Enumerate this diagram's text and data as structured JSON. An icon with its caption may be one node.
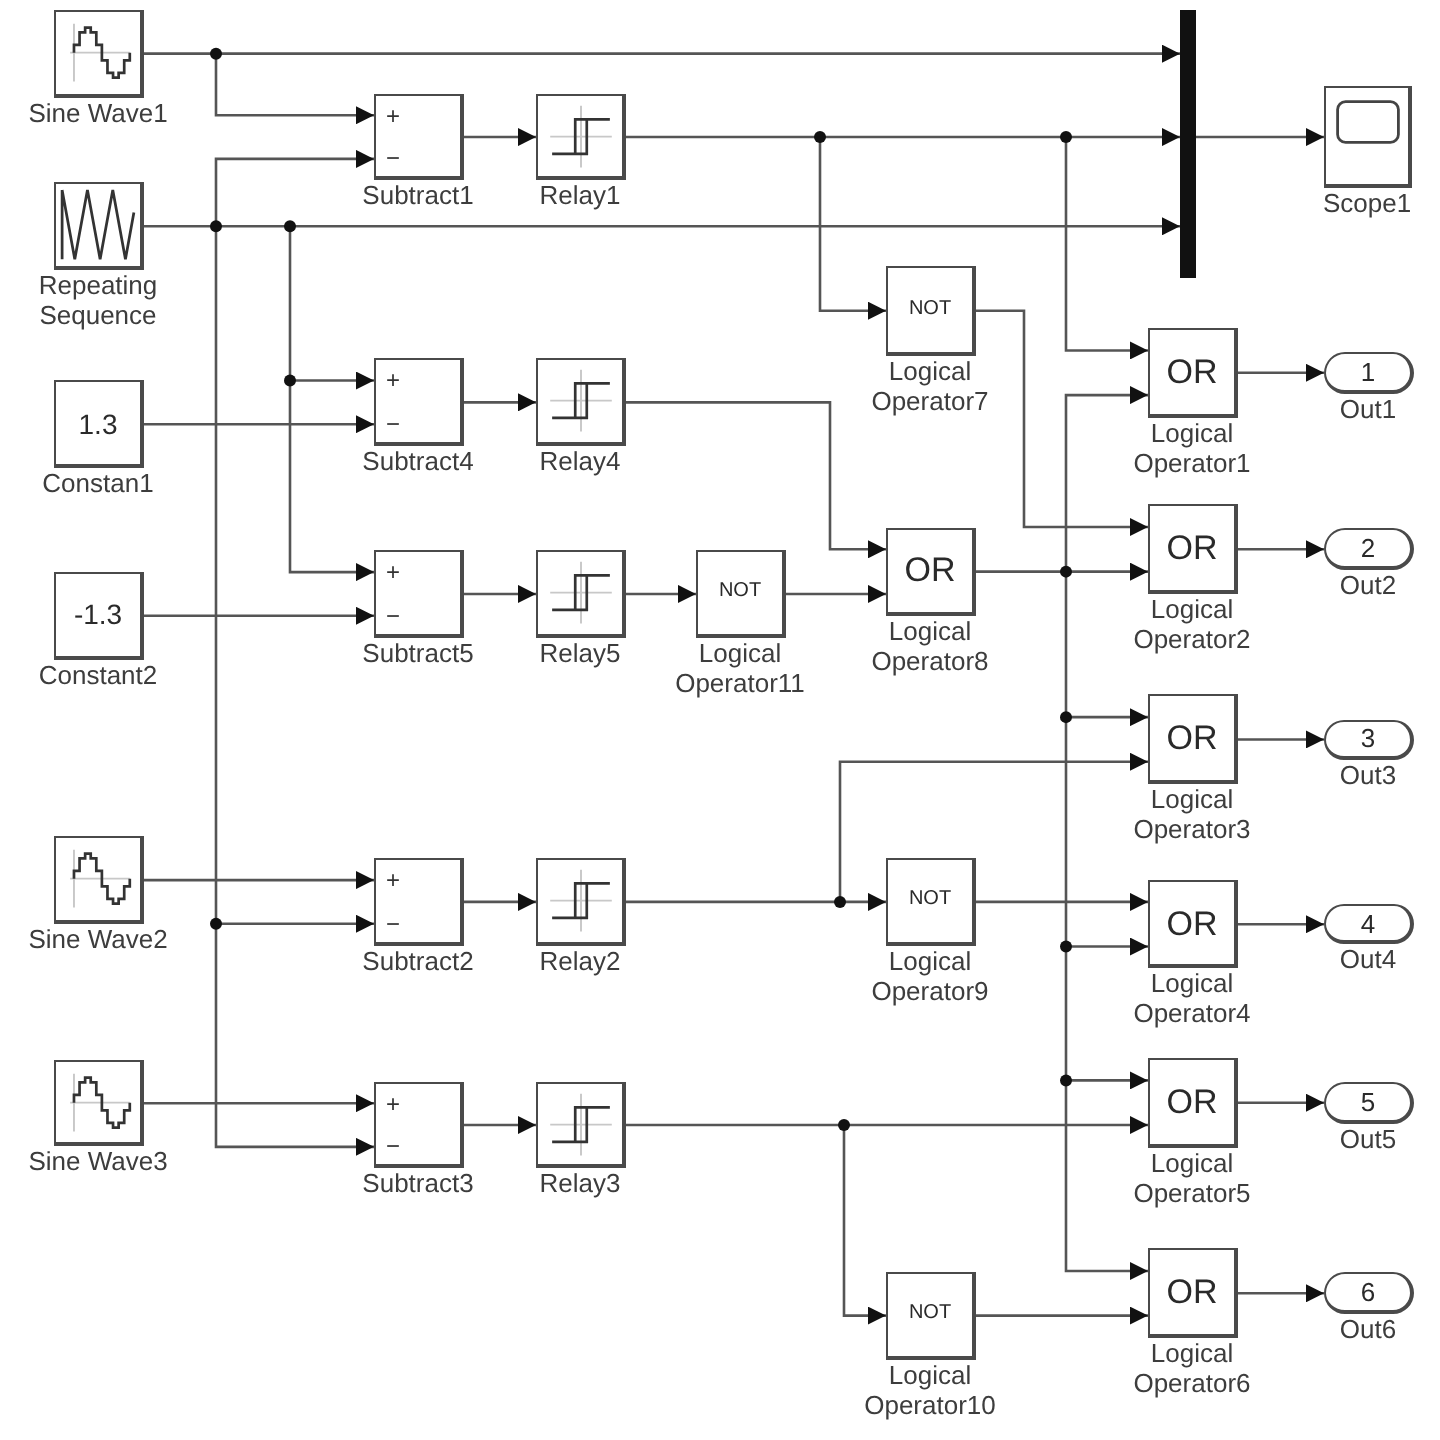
{
  "diagram": {
    "nodes": [
      {
        "text": [
          "Sine Wave1"
        ]
      },
      {
        "text": [
          "+",
          "−",
          "Subtract1"
        ]
      },
      {
        "text": [
          "Relay1"
        ]
      },
      {
        "text": [],
        "shape": "bar"
      },
      {
        "text": [
          "Scope1"
        ]
      },
      {
        "text": [
          "Repeating Sequence"
        ]
      },
      {
        "text": [
          "NOT",
          "Logical Operator7"
        ]
      },
      {
        "text": [
          "OR",
          "Logical Operator1"
        ]
      },
      {
        "text": [
          "1",
          "Out1"
        ]
      },
      {
        "text": [
          "1.3",
          "Constan1"
        ]
      },
      {
        "text": [
          "+",
          "−",
          "Subtract4"
        ]
      },
      {
        "text": [
          "Relay4"
        ]
      },
      {
        "text": [
          "OR",
          "Logical Operator2"
        ]
      },
      {
        "text": [
          "2",
          "Out2"
        ]
      },
      {
        "text": [
          "-1.3",
          "Constant2"
        ]
      },
      {
        "text": [
          "+",
          "−",
          "Subtract5"
        ]
      },
      {
        "text": [
          "Relay5"
        ]
      },
      {
        "text": [
          "NOT",
          "Logical Operator11"
        ]
      },
      {
        "text": [
          "OR",
          "Logical Operator8"
        ]
      },
      {
        "text": [
          "OR",
          "Logical Operator3"
        ]
      },
      {
        "text": [
          "3",
          "Out3"
        ]
      },
      {
        "text": [
          "Sine Wave2"
        ]
      },
      {
        "text": [
          "+",
          "−",
          "Subtract2"
        ]
      },
      {
        "text": [
          "Relay2"
        ]
      },
      {
        "text": [
          "NOT",
          "Logical Operator9"
        ]
      },
      {
        "text": [
          "OR",
          "Logical Operator4"
        ]
      },
      {
        "text": [
          "4",
          "Out4"
        ]
      },
      {
        "text": [
          "Sine Wave3"
        ]
      },
      {
        "text": [
          "+",
          "−",
          "Subtract3"
        ]
      },
      {
        "text": [
          "Relay3"
        ]
      },
      {
        "text": [
          "OR",
          "Logical Operator5"
        ]
      },
      {
        "text": [
          "5",
          "Out5"
        ]
      },
      {
        "text": [
          "NOT",
          "Logical Operator10"
        ]
      },
      {
        "text": [
          "OR",
          "Logical Operator6"
        ]
      },
      {
        "text": [
          "6",
          "Out6"
        ]
      }
    ],
    "edges": [
      {
        "from": 0,
        "to": 3,
        "arrow": "to"
      },
      {
        "from": 0,
        "to": 1,
        "arrow": "to"
      },
      {
        "from": 5,
        "to": 1,
        "arrow": "to"
      },
      {
        "from": 5,
        "to": 3,
        "arrow": "to"
      },
      {
        "from": 5,
        "to": 10,
        "arrow": "to"
      },
      {
        "from": 5,
        "to": 15,
        "arrow": "to"
      },
      {
        "from": 5,
        "to": 22,
        "arrow": "to"
      },
      {
        "from": 5,
        "to": 28,
        "arrow": "to"
      },
      {
        "from": 1,
        "to": 2,
        "arrow": "to"
      },
      {
        "from": 2,
        "to": 3,
        "arrow": "to"
      },
      {
        "from": 2,
        "to": 6,
        "arrow": "to"
      },
      {
        "from": 2,
        "to": 7,
        "arrow": "to"
      },
      {
        "from": 3,
        "to": 4,
        "arrow": "to"
      },
      {
        "from": 6,
        "to": 12,
        "arrow": "to"
      },
      {
        "from": 7,
        "to": 8,
        "arrow": "to"
      },
      {
        "from": 9,
        "to": 10,
        "arrow": "to"
      },
      {
        "from": 10,
        "to": 11,
        "arrow": "to"
      },
      {
        "from": 11,
        "to": 18,
        "arrow": "to"
      },
      {
        "from": 12,
        "to": 13,
        "arrow": "to"
      },
      {
        "from": 14,
        "to": 15,
        "arrow": "to"
      },
      {
        "from": 15,
        "to": 16,
        "arrow": "to"
      },
      {
        "from": 16,
        "to": 17,
        "arrow": "to"
      },
      {
        "from": 17,
        "to": 18,
        "arrow": "to"
      },
      {
        "from": 18,
        "to": 7,
        "arrow": "to"
      },
      {
        "from": 18,
        "to": 12,
        "arrow": "to"
      },
      {
        "from": 18,
        "to": 19,
        "arrow": "to"
      },
      {
        "from": 18,
        "to": 25,
        "arrow": "to"
      },
      {
        "from": 18,
        "to": 30,
        "arrow": "to"
      },
      {
        "from": 18,
        "to": 33,
        "arrow": "to"
      },
      {
        "from": 19,
        "to": 20,
        "arrow": "to"
      },
      {
        "from": 21,
        "to": 22,
        "arrow": "to"
      },
      {
        "from": 22,
        "to": 23,
        "arrow": "to"
      },
      {
        "from": 23,
        "to": 24,
        "arrow": "to"
      },
      {
        "from": 23,
        "to": 19,
        "arrow": "to"
      },
      {
        "from": 24,
        "to": 25,
        "arrow": "to"
      },
      {
        "from": 25,
        "to": 26,
        "arrow": "to"
      },
      {
        "from": 27,
        "to": 28,
        "arrow": "to"
      },
      {
        "from": 28,
        "to": 29,
        "arrow": "to"
      },
      {
        "from": 29,
        "to": 30,
        "arrow": "to"
      },
      {
        "from": 29,
        "to": 32,
        "arrow": "to"
      },
      {
        "from": 30,
        "to": 31,
        "arrow": "to"
      },
      {
        "from": 32,
        "to": 33,
        "arrow": "to"
      },
      {
        "from": 33,
        "to": 34,
        "arrow": "to"
      }
    ]
  }
}
